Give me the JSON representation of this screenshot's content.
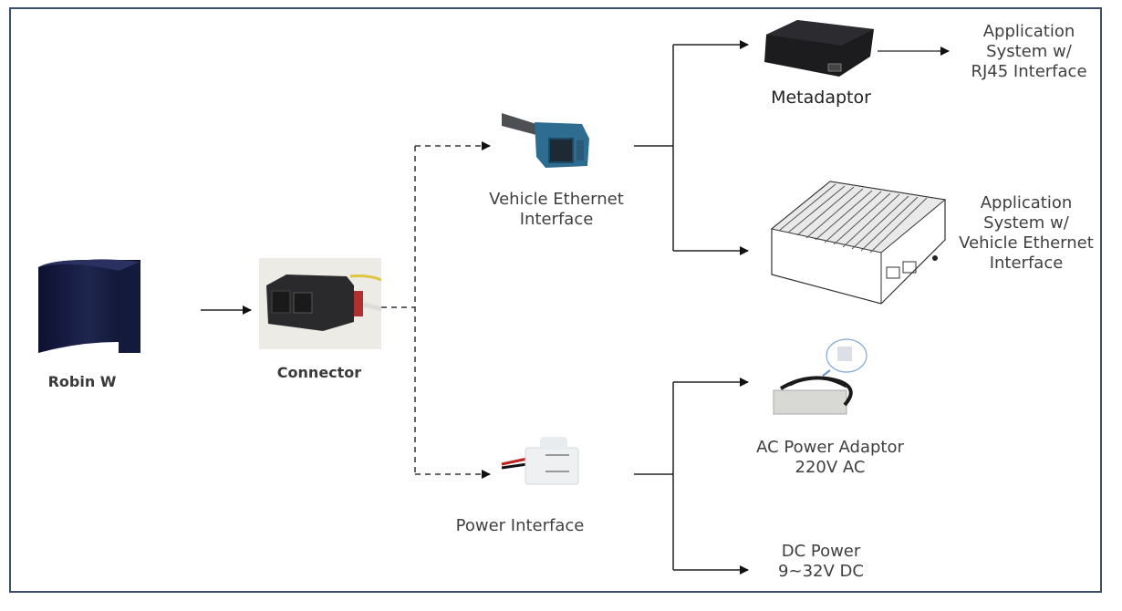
{
  "diagram": {
    "nodes": {
      "robin": {
        "label": "Robin W",
        "icon": "lidar-sensor-icon"
      },
      "connector": {
        "label": "Connector",
        "icon": "connector-photo-icon"
      },
      "vehicle_eth": {
        "label": "Vehicle Ethernet\nInterface",
        "icon": "vehicle-ethernet-plug-icon"
      },
      "power_if": {
        "label": "Power Interface",
        "icon": "power-plug-icon"
      },
      "metadaptor": {
        "label": "Metadaptor",
        "icon": "adaptor-box-icon"
      },
      "app_rj45": {
        "label": "Application\nSystem w/\nRJ45 Interface"
      },
      "app_veth": {
        "label": "Application\nSystem w/\nVehicle Ethernet\nInterface",
        "icon": "computer-box-icon"
      },
      "ac_power": {
        "label": "AC Power Adaptor\n220V AC",
        "icon": "ac-adaptor-icon"
      },
      "dc_power": {
        "label": "DC Power\n9~32V DC"
      }
    },
    "edges": [
      {
        "from": "Robin W",
        "to": "Connector",
        "style": "solid"
      },
      {
        "from": "Connector",
        "to": "Vehicle Ethernet Interface",
        "style": "dashed"
      },
      {
        "from": "Connector",
        "to": "Power Interface",
        "style": "dashed"
      },
      {
        "from": "Vehicle Ethernet Interface",
        "to": "Metadaptor",
        "style": "solid"
      },
      {
        "from": "Vehicle Ethernet Interface",
        "to": "Application System w/ Vehicle Ethernet Interface",
        "style": "solid"
      },
      {
        "from": "Metadaptor",
        "to": "Application System w/ RJ45 Interface",
        "style": "solid"
      },
      {
        "from": "Power Interface",
        "to": "AC Power Adaptor 220V AC",
        "style": "solid"
      },
      {
        "from": "Power Interface",
        "to": "DC Power 9~32V DC",
        "style": "solid"
      }
    ],
    "colors": {
      "frame": "#3d4d66",
      "line": "#222222",
      "text": "#3f3f3f"
    }
  }
}
